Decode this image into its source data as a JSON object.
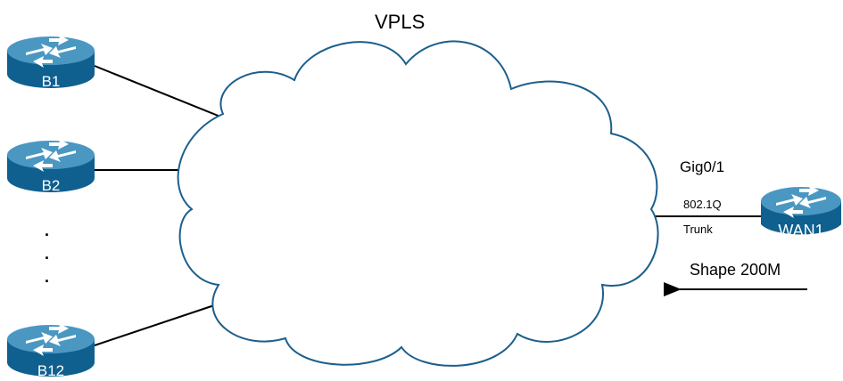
{
  "title": "VPLS",
  "colors": {
    "cloud_fill": "#ffffff",
    "cloud_stroke": "#1c5f8c",
    "router_top": "#4a97c2",
    "router_side": "#0f5f8f",
    "router_arrows": "#ffffff",
    "line": "#000000"
  },
  "routers": [
    {
      "name": "B1"
    },
    {
      "name": "B2"
    },
    {
      "name": "B12"
    },
    {
      "name": "WAN1"
    }
  ],
  "ellipsis": ".\n.\n.",
  "interface": {
    "name": "Gig0/1",
    "encapsulation": "802.1Q",
    "mode": "Trunk"
  },
  "shaping": {
    "label": "Shape 200M"
  }
}
